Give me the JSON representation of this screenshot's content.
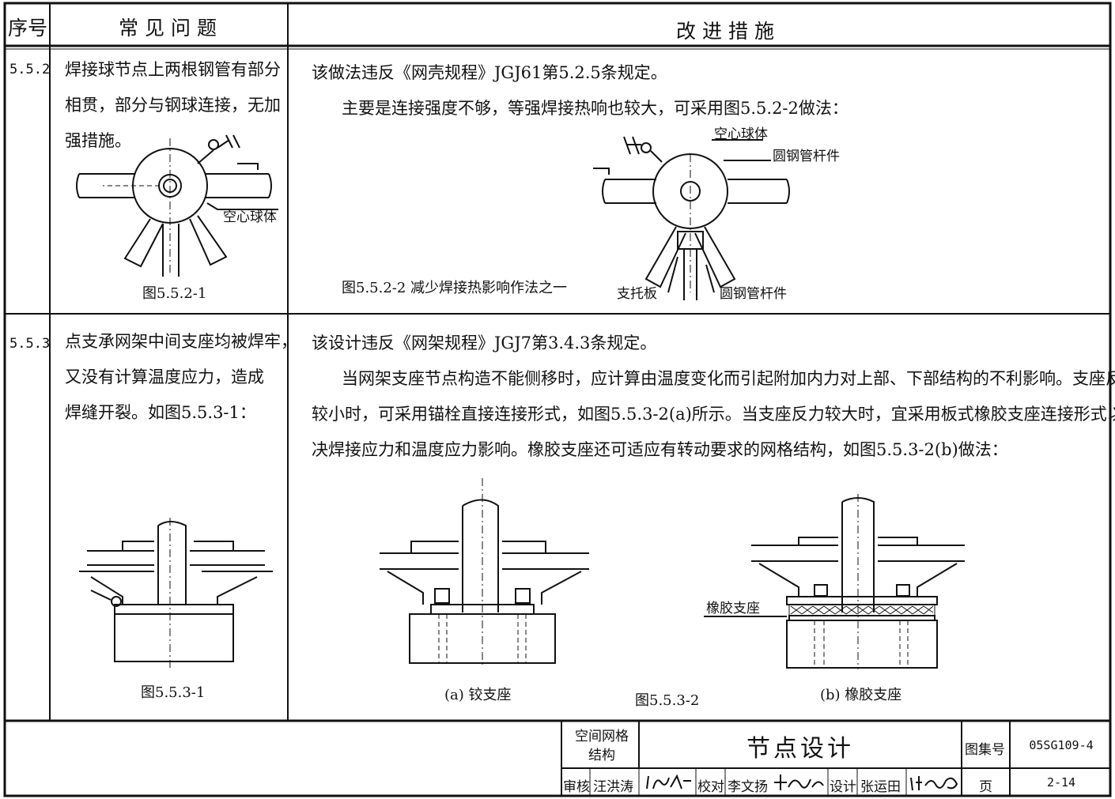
{
  "header": {
    "col_no": "序号",
    "col_problem": "常见问题",
    "col_measure": "改进措施"
  },
  "rows": [
    {
      "no": "5.5.2",
      "problem": [
        "焊接球节点上两根钢管有部分",
        "相贯，部分与钢球连接，无加",
        "强措施。"
      ],
      "measure": [
        "该做法违反《网壳规程》JGJ61第5.2.5条规定。",
        "主要是连接强度不够，等强焊接热响也较大，可采用图5.5.2-2做法："
      ],
      "fig_left_caption": "图5.5.2-1",
      "fig_left_label": "空心球体",
      "fig_right_caption": "图5.5.2-2 减少焊接热影响作法之一",
      "fig_right_labels": [
        "空心球体",
        "圆钢管杆件",
        "支托板",
        "圆钢管杆件"
      ]
    },
    {
      "no": "5.5.3",
      "problem": [
        "点支承网架中间支座均被焊牢，",
        "又没有计算温度应力，造成",
        "焊缝开裂。如图5.5.3-1："
      ],
      "measure": [
        "该设计违反《网架规程》JGJ7第3.4.3条规定。",
        "当网架支座节点构造不能侧移时，应计算由温度变化而引起附加内力对上部、下部结构的不利影响。支座反力",
        "较小时，可采用锚栓直接连接形式，如图5.5.3-2(a)所示。当支座反力较大时，宜采用板式橡胶支座连接形式以解",
        "决焊接应力和温度应力影响。橡胶支座还可适应有转动要求的网格结构，如图5.5.3-2(b)做法："
      ],
      "fig_left_caption": "图5.5.3-1",
      "fig_a_caption": "(a) 铰支座",
      "fig_caption": "图5.5.3-2",
      "fig_b_caption": "(b) 橡胶支座",
      "fig_b_label": "橡胶支座"
    }
  ],
  "title_block": {
    "category_line1": "空间网格",
    "category_line2": "结构",
    "title": "节点设计",
    "atlas_label": "图集号",
    "atlas_no": "05SG109-4",
    "review_label": "审核",
    "reviewer": "汪洪涛",
    "check_label": "校对",
    "checker": "李文扬",
    "design_label": "设计",
    "designer": "张运田",
    "page_label": "页",
    "page_no": "2-14"
  }
}
